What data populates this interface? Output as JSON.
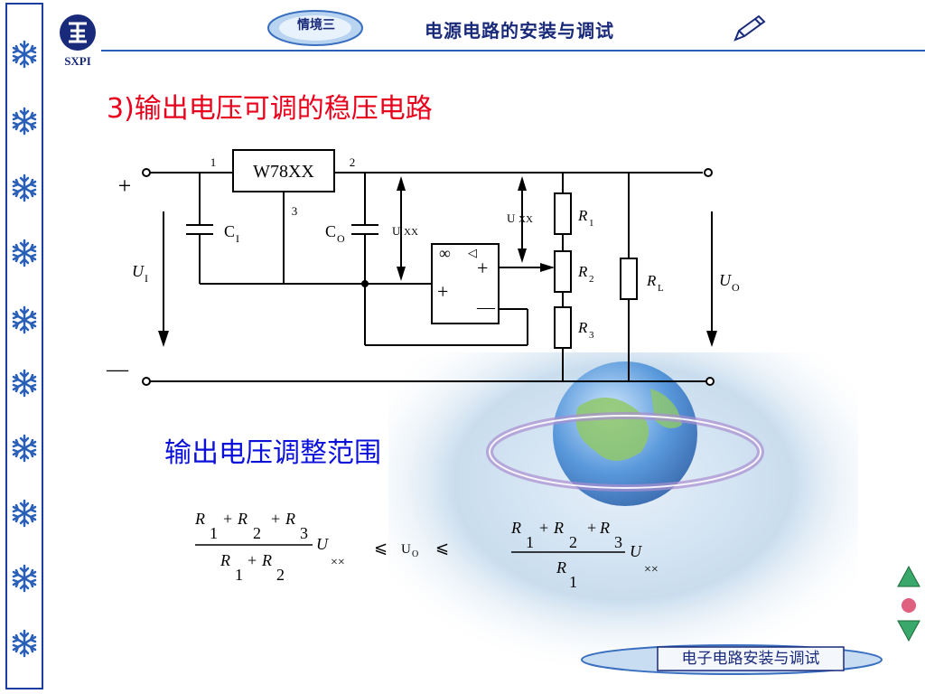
{
  "header": {
    "logo_text": "SXPI",
    "scene_badge": "情境三",
    "title": "电源电路的安装与调试"
  },
  "section_title": "3)输出电压可调的稳压电路",
  "circuit": {
    "regulator": "W78XX",
    "pin1": "1",
    "pin2": "2",
    "pin3": "3",
    "plus_sign": "+",
    "minus_sign": "—",
    "input_voltage": "U",
    "input_voltage_sub": "I",
    "output_voltage": "U",
    "output_voltage_sub": "O",
    "cap_in": "C",
    "cap_in_sub": "I",
    "cap_out": "C",
    "cap_out_sub": "O",
    "uxx_label": "U",
    "uxx_sub": "XX",
    "opamp_infinity": "∞",
    "opamp_triangle": "◁",
    "opamp_in_plus": "+",
    "opamp_in_minus": "—",
    "opamp_out_plus": "+",
    "r1": "R",
    "r1_sub": "1",
    "r2": "R",
    "r2_sub": "2",
    "r3": "R",
    "r3_sub": "3",
    "rl": "R",
    "rl_sub": "L"
  },
  "subhead": "输出电压调整范围",
  "formula": {
    "left_num": [
      "R",
      "1",
      "+",
      "R",
      "2",
      "+",
      "R",
      "3"
    ],
    "left_den": [
      "R",
      "1",
      "+",
      "R",
      "2"
    ],
    "right_num": [
      "R",
      "1",
      "+",
      "R",
      "2",
      "+",
      "R",
      "3"
    ],
    "right_den": [
      "R",
      "1"
    ],
    "u": "U",
    "u_sub": "××",
    "le": "⩽",
    "uo": "U",
    "uo_sub": "O"
  },
  "footer": "电子电路安装与调试",
  "colors": {
    "red": "#e8001c",
    "blue": "#0a10d8",
    "navy": "#1a2a7a"
  }
}
